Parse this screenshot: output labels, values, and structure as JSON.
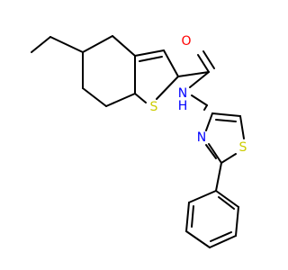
{
  "molecule": {
    "atoms": {
      "oxygen": {
        "label": "O",
        "color": "#FF0000"
      },
      "amide_nitrogen": {
        "label": "N",
        "color": "#0000FF",
        "attached_h": "H"
      },
      "thiophene_sulfur": {
        "label": "S",
        "color": "#CCCC00"
      },
      "thiazole_nitrogen": {
        "label": "N",
        "color": "#0000FF"
      },
      "thiazole_sulfur": {
        "label": "S",
        "color": "#CCCC00"
      }
    },
    "bond_color": "#000000"
  }
}
